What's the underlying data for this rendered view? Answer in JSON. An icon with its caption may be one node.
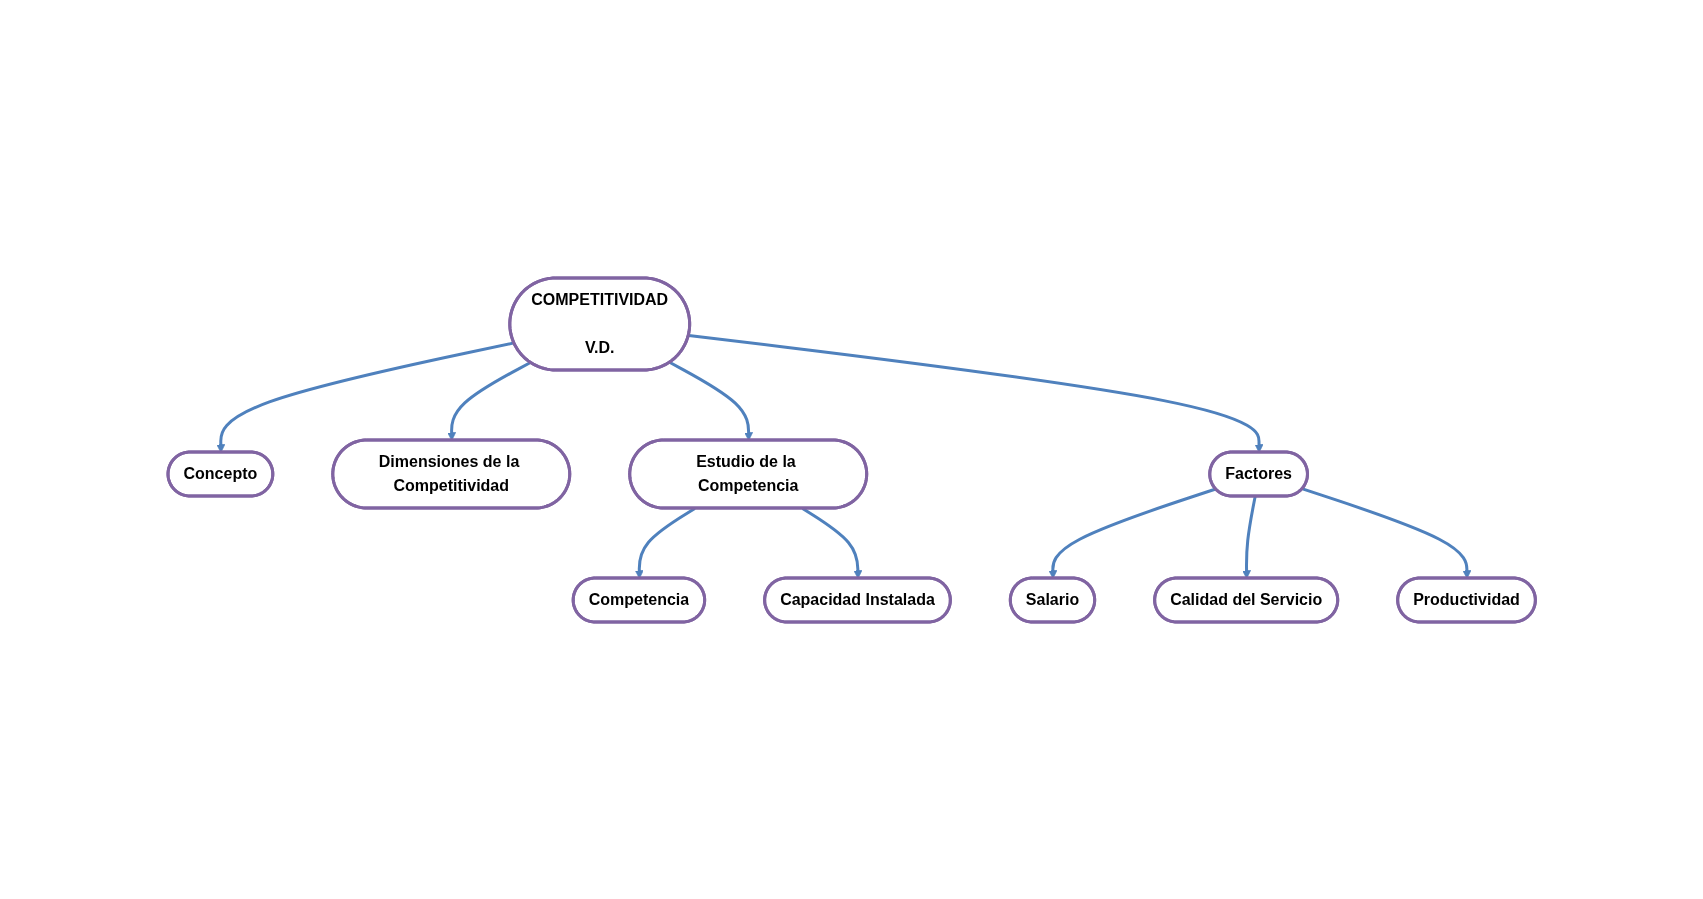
{
  "diagram": {
    "nodes": [
      {
        "text": [
          "Concepto"
        ]
      },
      {
        "text": [
          "Dimensiones de la Competitividad"
        ]
      },
      {
        "text": [
          "COMPETITIVIDAD",
          "V.D."
        ]
      },
      {
        "text": [
          "Estudio de la Competencia"
        ]
      },
      {
        "text": [
          "Competencia"
        ]
      },
      {
        "text": [
          "Capacidad Instalada"
        ]
      },
      {
        "text": [
          "Factores"
        ]
      },
      {
        "text": [
          "Salario"
        ]
      },
      {
        "text": [
          "Calidad del Servicio"
        ]
      },
      {
        "text": [
          "Productividad"
        ]
      }
    ],
    "edges": [
      {
        "from": 2,
        "to": 0,
        "arrow": "to"
      },
      {
        "from": 2,
        "to": 1,
        "arrow": "to"
      },
      {
        "from": 2,
        "to": 3,
        "arrow": "to"
      },
      {
        "from": 3,
        "to": 4,
        "arrow": "to"
      },
      {
        "from": 3,
        "to": 5,
        "arrow": "to"
      },
      {
        "from": 2,
        "to": 6,
        "arrow": "to"
      },
      {
        "from": 6,
        "to": 7,
        "arrow": "to"
      },
      {
        "from": 6,
        "to": 8,
        "arrow": "to"
      },
      {
        "from": 6,
        "to": 9,
        "arrow": "to"
      }
    ]
  }
}
